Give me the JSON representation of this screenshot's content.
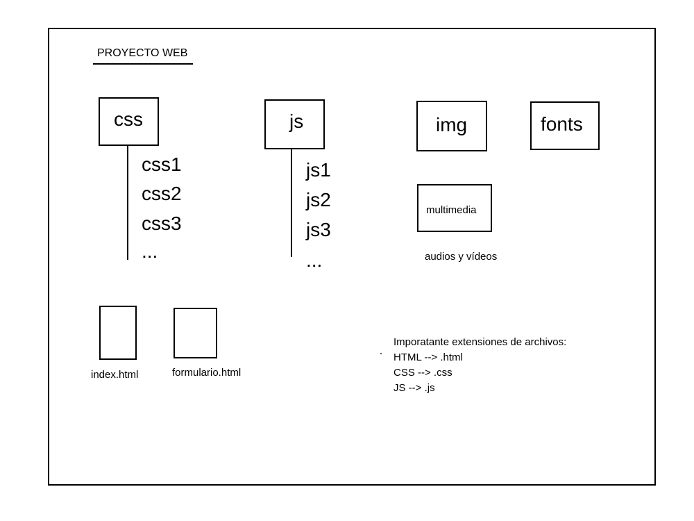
{
  "title": "PROYECTO WEB",
  "folders": {
    "css": {
      "label": "css",
      "children": [
        "css1",
        "css2",
        "css3",
        "..."
      ]
    },
    "js": {
      "label": "js",
      "children": [
        "js1",
        "js2",
        "js3",
        "..."
      ]
    },
    "img": {
      "label": "img"
    },
    "fonts": {
      "label": "fonts"
    },
    "multimedia": {
      "label": "multimedia",
      "caption": "audios y vídeos"
    }
  },
  "files": {
    "index": "index.html",
    "formulario": "formulario.html"
  },
  "notes": {
    "heading": "Imporatante extensiones de archivos:",
    "lines": [
      "HTML --> .html",
      "CSS --> .css",
      "JS --> .js"
    ]
  }
}
